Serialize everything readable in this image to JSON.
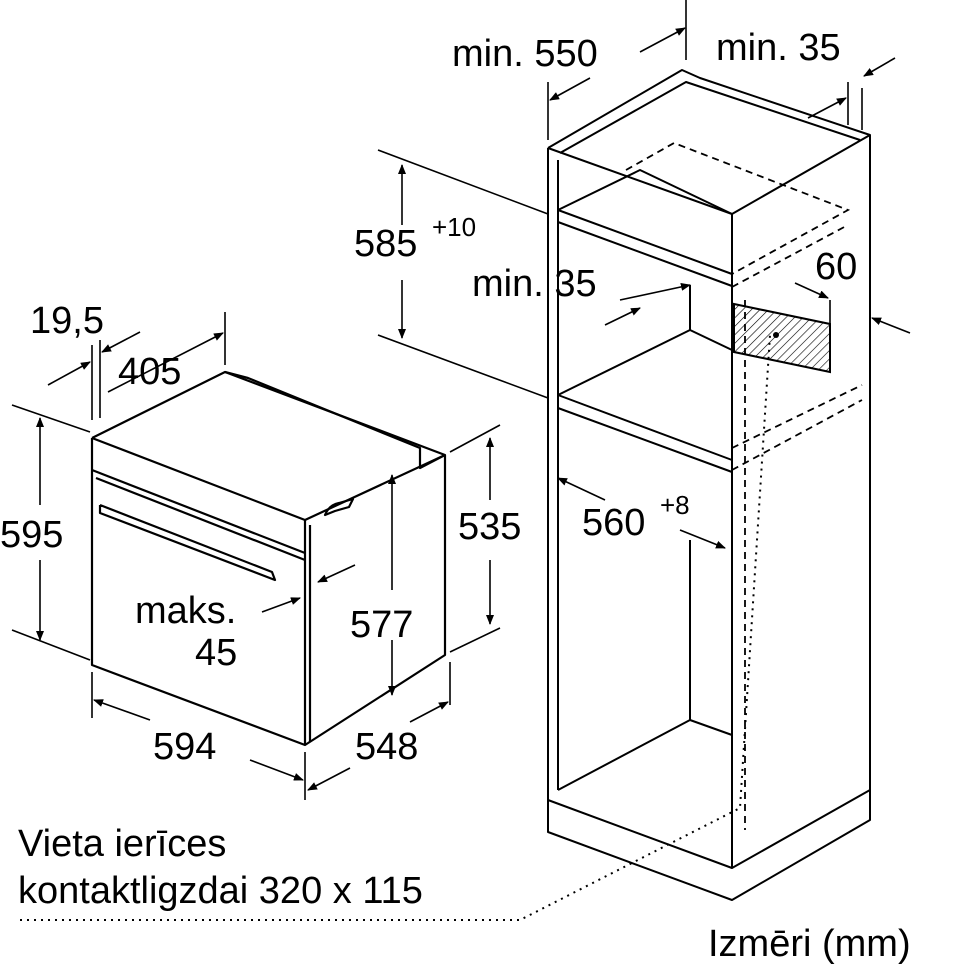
{
  "dimensions": {
    "top_min_depth": "min. 550",
    "top_min_gap": "min. 35",
    "height_opening": "585",
    "height_opening_tol": "+10",
    "vent_min": "min. 35",
    "vent_60": "60",
    "oven_front": "19,5",
    "oven_405": "405",
    "oven_595": "595",
    "oven_535": "535",
    "width_560": "560",
    "width_560_tol": "+8",
    "maks_label": "maks.",
    "maks_value": "45",
    "oven_577": "577",
    "oven_594": "594",
    "oven_548": "548"
  },
  "socket_note": {
    "line1": "Vieta ierīces",
    "line2": "kontaktligzdai 320 x 115"
  },
  "units_label": "Izmēri (mm)"
}
